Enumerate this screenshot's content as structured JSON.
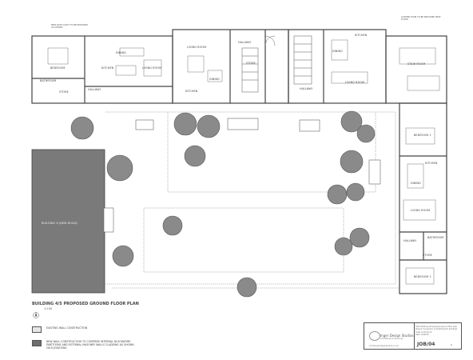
{
  "drawing": {
    "title": "BUILDING 4/5 PROPOSED GROUND FLOOR PLAN",
    "scale": "1:100",
    "legend": [
      {
        "label": "EXISTING WALL CONSTRUCTION",
        "color": "#e6e6e6"
      },
      {
        "label": "NEW WALL CONSTRUCTION TO COMPRISE INTERNAL BLOCKWORK PARTITIONS AND EXTERNAL MASONRY WALLS CLADDING AS SHOWN ON ELEVATIONS",
        "color": "#6e6e6e"
      }
    ]
  },
  "rooms": {
    "bedroom_a": "BEDROOM",
    "bathroom_a": "BATHROOM",
    "store_a": "STORE",
    "dining_a": "DINING",
    "kitchen_a": "KITCHEN",
    "living_a": "LIVING ROOM",
    "hallway_a": "HALLWAY",
    "living_b": "LIVING ROOM",
    "dining_b": "DINING",
    "kitchen_b": "KITCHEN",
    "hallway_b": "HALLWAY",
    "store_b": "STORE",
    "hallway_c": "HALLWAY",
    "kitchen_c": "KITCHEN",
    "dining_c": "DINING",
    "living_c": "LIVING ROOM",
    "stair_room": "STAIR ROOM",
    "bedroom_1": "BEDROOM 1",
    "kitchen_d": "KITCHEN",
    "dining_d": "DINING",
    "living_d": "LIVING ROOM",
    "hallway_d": "HALLWAY",
    "bathroom_d": "BATHROOM",
    "store_d": "STORE",
    "bedroom_2": "BEDROOM 1",
    "building_large": "BUILDING 6 (NEW BUILD)"
  },
  "notes": {
    "top_left": "NEW ROOF LIGHT TO BE PROVIDED AS SHOWN",
    "top_right": "GARDEN STAIR TO BE PROVIDED NEW FLOOR"
  },
  "title_block": {
    "company": "Inger Design Studios",
    "company_sub": "Architectural Services",
    "email": "info@ingerdesignstudios.co.uk",
    "lines": [
      "Title: Building 4/5 proposed ground floor plan",
      "Project: Conversion of existing farm buildings",
      "Scale 1:100 @ A3",
      "Date: 01/2014"
    ],
    "drawing_no": "JOB/04",
    "rev": "A"
  }
}
